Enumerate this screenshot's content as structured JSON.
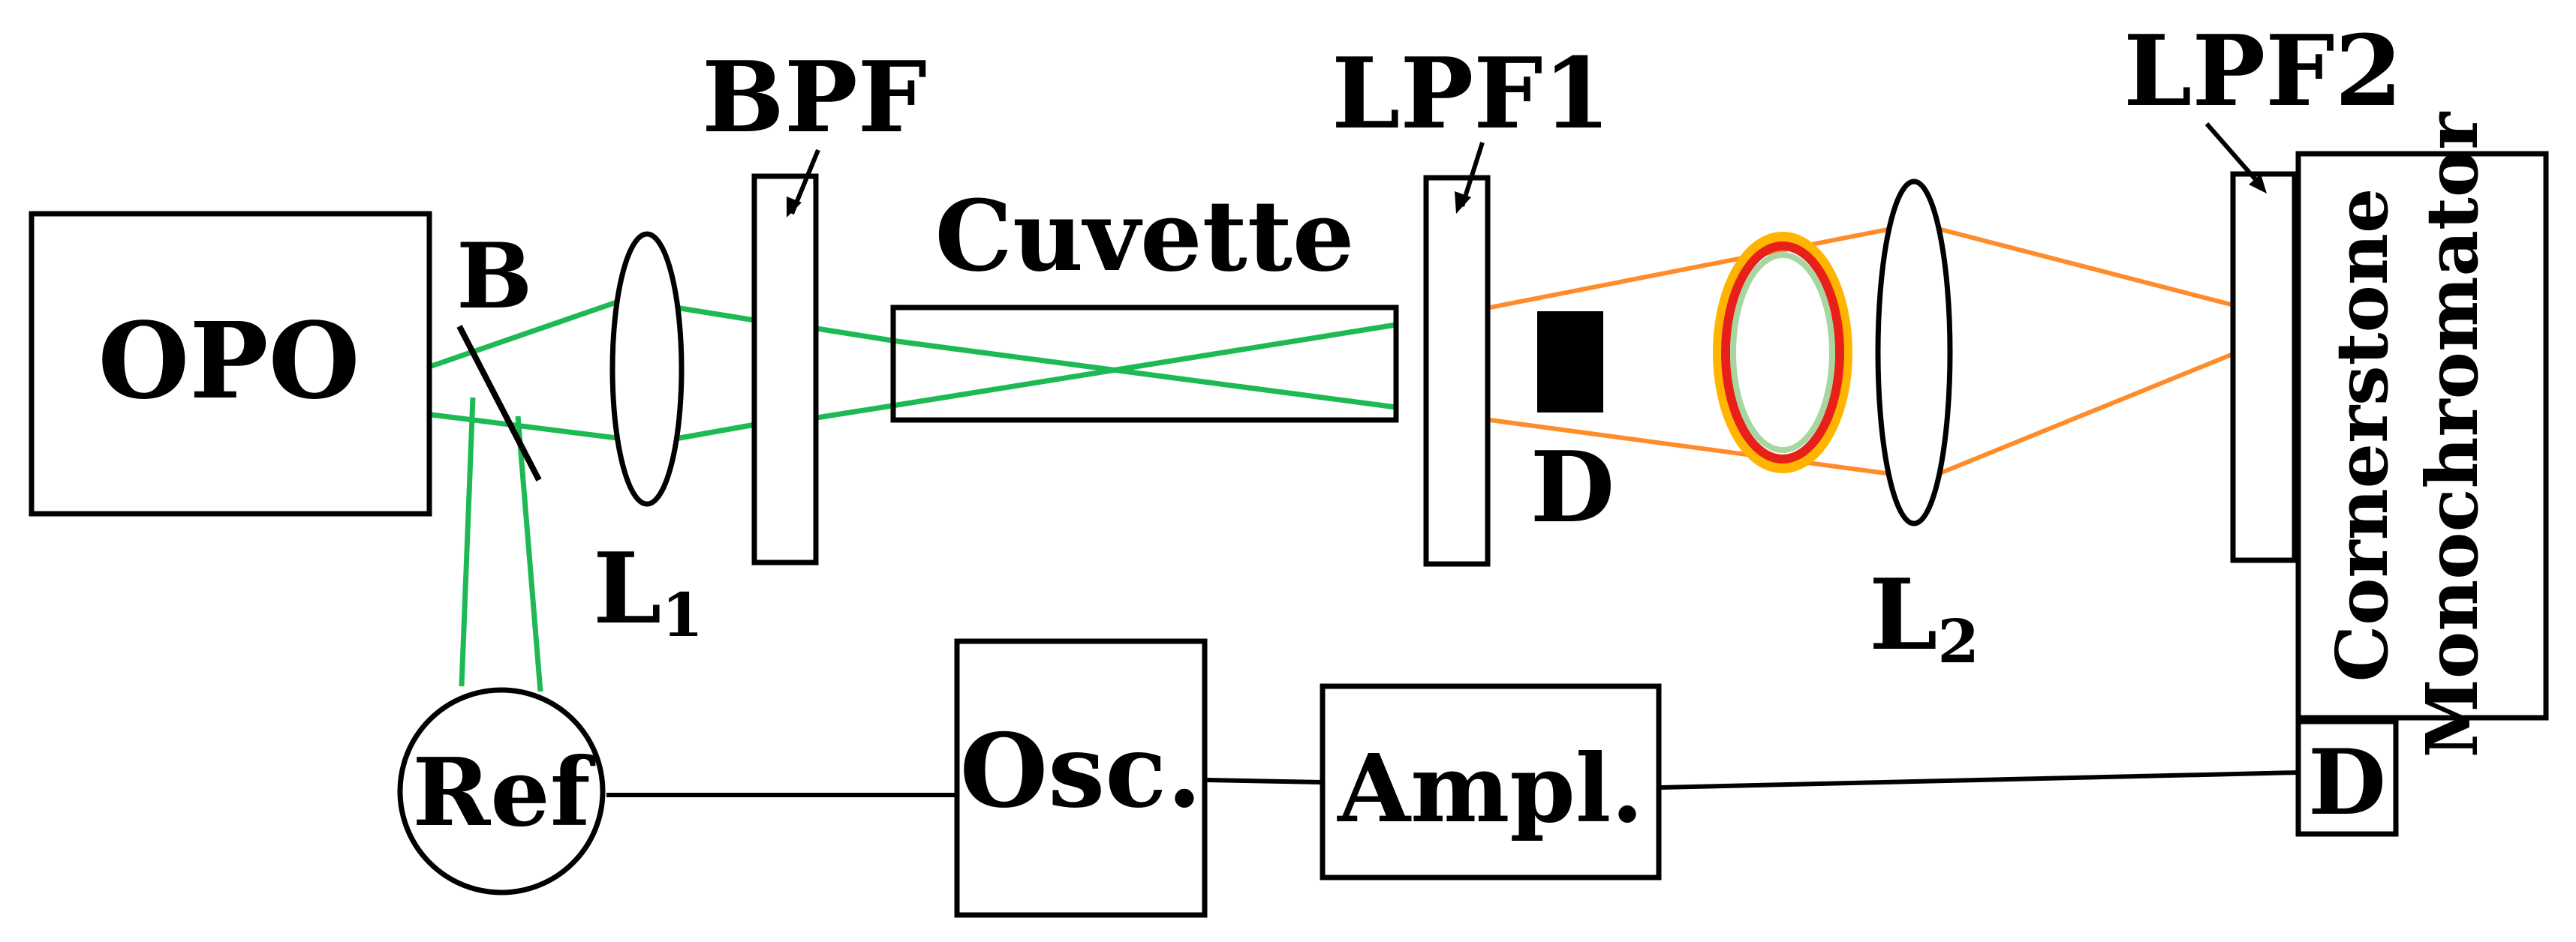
{
  "labels": {
    "opo": "OPO",
    "beamsplitter": "B",
    "lens1": "L",
    "lens1_sub": "1",
    "bpf": "BPF",
    "cuvette": "Cuvette",
    "lpf1": "LPF1",
    "blocker": "D",
    "lens2": "L",
    "lens2_sub": "2",
    "lpf2": "LPF2",
    "monochromator_line1": "Cornerstone",
    "monochromator_line2": "Monochromator",
    "detector": "D",
    "reference": "Ref",
    "oscilloscope": "Osc.",
    "amplifier": "Ampl."
  },
  "colors": {
    "laser_beam": "#1db954",
    "emission": "#ff8c2a",
    "ring_outer": "#ffb400",
    "ring_mid": "#e8201a",
    "ring_inner": "#a7d6a0",
    "outline": "#000000"
  }
}
